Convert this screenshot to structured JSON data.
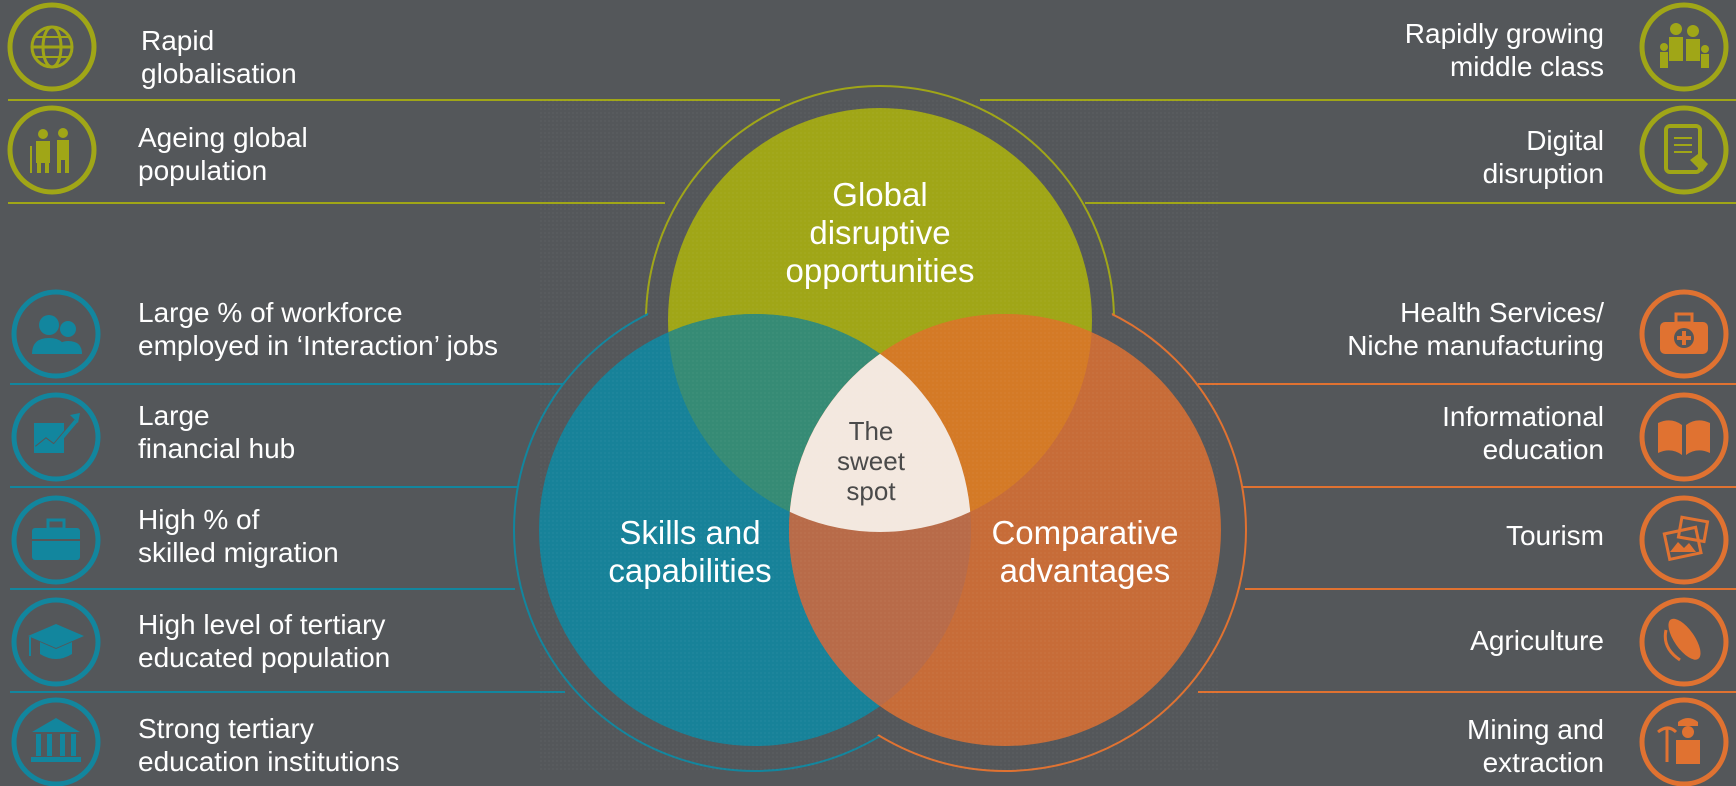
{
  "colors": {
    "background": "#54575a",
    "green": "#a0a617",
    "blue": "#12869e",
    "orange": "#e07231",
    "sweet_spot": "#f3e8df"
  },
  "venn": {
    "top": {
      "line1": "Global",
      "line2": "disruptive",
      "line3": "opportunities"
    },
    "left": {
      "line1": "Skills and",
      "line2": "capabilities"
    },
    "right": {
      "line1": "Comparative",
      "line2": "advantages"
    },
    "center": {
      "line1": "The",
      "line2": "sweet",
      "line3": "spot"
    }
  },
  "left_items": [
    {
      "line1": "Rapid",
      "line2": "globalisation",
      "icon": "globe-icon",
      "group": "green"
    },
    {
      "line1": "Ageing global",
      "line2": "population",
      "icon": "elderly-couple-icon",
      "group": "green"
    },
    {
      "line1": "Large % of workforce",
      "line2": "employed in ‘Interaction’ jobs",
      "icon": "people-icon",
      "group": "blue"
    },
    {
      "line1": "Large",
      "line2": "financial hub",
      "icon": "growth-chart-icon",
      "group": "blue"
    },
    {
      "line1": "High % of",
      "line2": "skilled migration",
      "icon": "briefcase-icon",
      "group": "blue"
    },
    {
      "line1": "High level of tertiary",
      "line2": "educated population",
      "icon": "graduation-cap-icon",
      "group": "blue"
    },
    {
      "line1": "Strong tertiary",
      "line2": "education institutions",
      "icon": "institution-icon",
      "group": "blue"
    }
  ],
  "right_items": [
    {
      "line1": "Rapidly growing",
      "line2": "middle class",
      "icon": "family-icon",
      "group": "green"
    },
    {
      "line1": "Digital",
      "line2": "disruption",
      "icon": "tablet-icon",
      "group": "green"
    },
    {
      "line1": "Health Services/",
      "line2": "Niche manufacturing",
      "icon": "medical-kit-icon",
      "group": "orange"
    },
    {
      "line1": "Informational",
      "line2": "education",
      "icon": "open-book-icon",
      "group": "orange"
    },
    {
      "line1": "Tourism",
      "line2": "",
      "icon": "photos-icon",
      "group": "orange"
    },
    {
      "line1": "Agriculture",
      "line2": "",
      "icon": "corn-icon",
      "group": "orange"
    },
    {
      "line1": "Mining and",
      "line2": "extraction",
      "icon": "miner-icon",
      "group": "orange"
    }
  ]
}
